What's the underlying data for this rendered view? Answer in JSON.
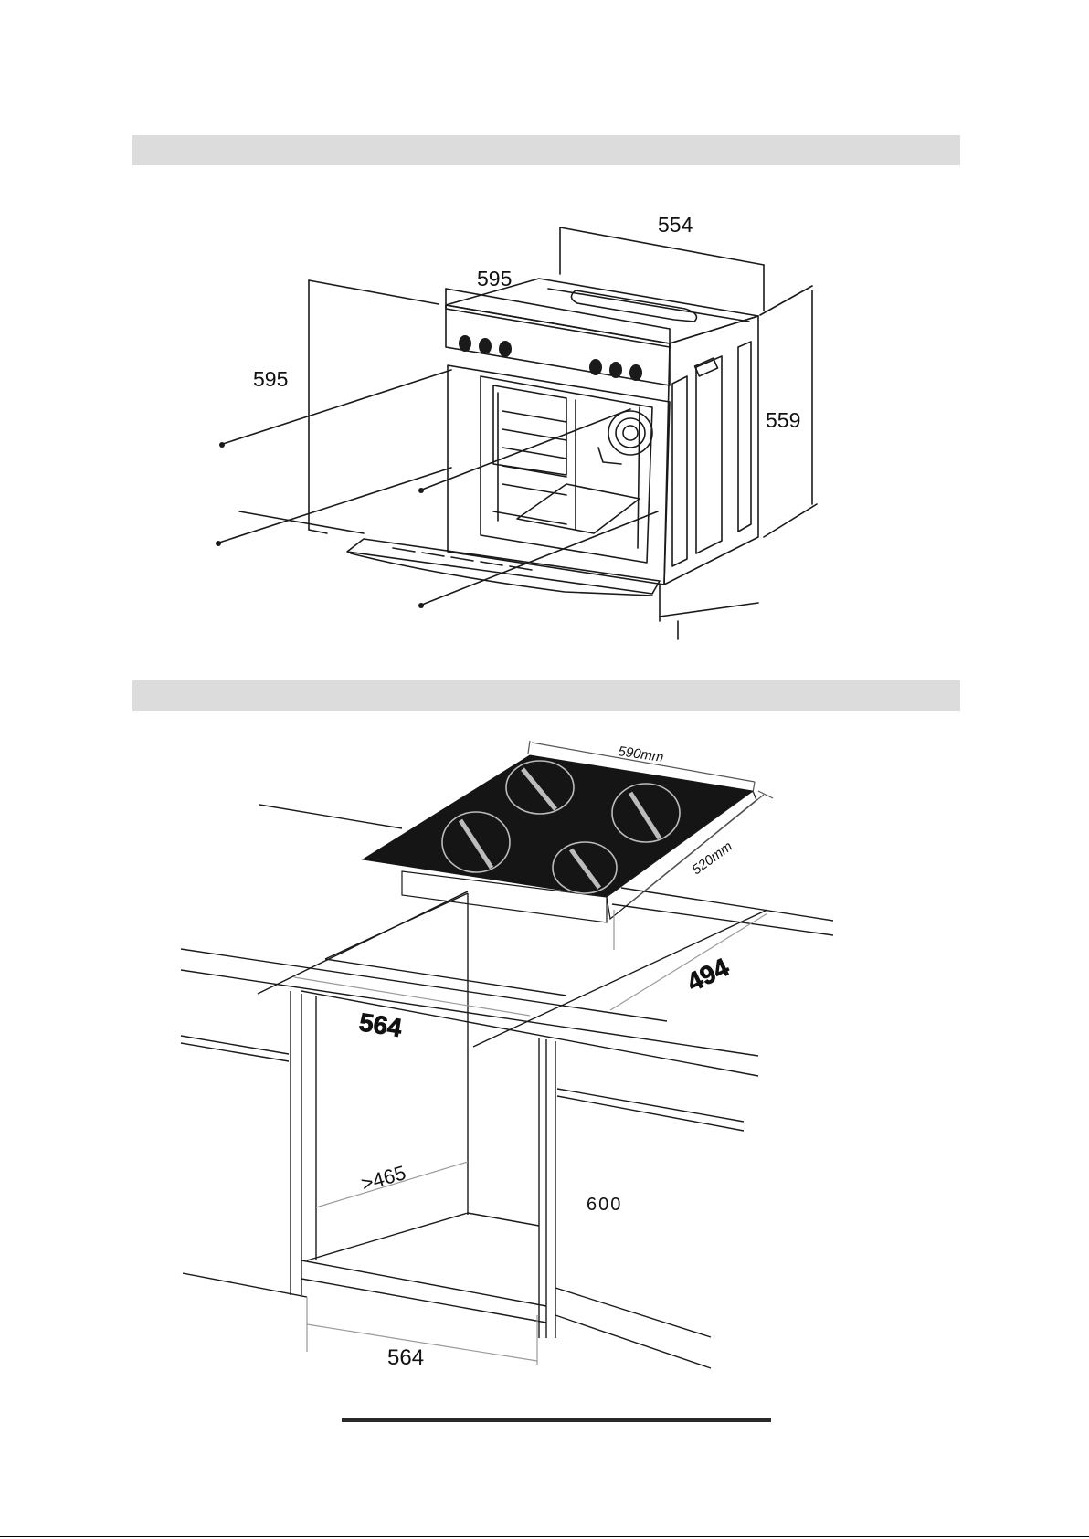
{
  "oven_diagram": {
    "dim_depth": "554",
    "dim_width": "595",
    "dim_height": "595",
    "dim_side_height": "559"
  },
  "hob_diagram": {
    "dim_hob_width": "590mm",
    "dim_hob_depth": "520mm",
    "dim_cutout_depth": "494",
    "dim_cutout_width": "564",
    "dim_niche_depth": ">465",
    "dim_niche_height": "600",
    "dim_niche_width": "564"
  },
  "colors": {
    "section_bar": "#dcdcdc",
    "line": "#1a1a1a",
    "hob_glass": "#151515"
  }
}
